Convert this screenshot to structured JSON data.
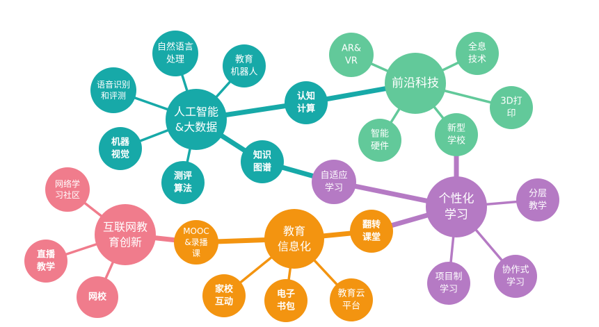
{
  "colors": {
    "teal": "#17A9A8",
    "green": "#62C99A",
    "purple": "#B57AC4",
    "orange": "#F39410",
    "pink": "#F07C8C"
  },
  "nodes": {
    "ai_bigdata": {
      "lines": [
        "人工智能",
        "&大数据"
      ],
      "color": "#17A9A8"
    },
    "nlp": {
      "lines": [
        "自然语言",
        "处理"
      ],
      "color": "#17A9A8"
    },
    "edu_robot": {
      "lines": [
        "教育",
        "机器人"
      ],
      "color": "#17A9A8"
    },
    "speech": {
      "lines": [
        "语音识别",
        "和评测"
      ],
      "color": "#17A9A8"
    },
    "vision": {
      "lines": [
        "机器",
        "视觉"
      ],
      "color": "#17A9A8"
    },
    "assess": {
      "lines": [
        "测评",
        "算法"
      ],
      "color": "#17A9A8"
    },
    "cognitive": {
      "lines": [
        "认知",
        "计算"
      ],
      "color": "#17A9A8"
    },
    "knowledge": {
      "lines": [
        "知识",
        "图谱"
      ],
      "color": "#17A9A8"
    },
    "frontier": {
      "lines": [
        "前沿科技"
      ],
      "color": "#62C99A"
    },
    "arvr": {
      "lines": [
        "AR&",
        "VR"
      ],
      "color": "#62C99A"
    },
    "holo": {
      "lines": [
        "全息",
        "技术"
      ],
      "color": "#62C99A"
    },
    "print3d": {
      "lines": [
        "3D打",
        "印"
      ],
      "color": "#62C99A"
    },
    "smart_hw": {
      "lines": [
        "智能",
        "硬件"
      ],
      "color": "#62C99A"
    },
    "new_school": {
      "lines": [
        "新型",
        "学校"
      ],
      "color": "#62C99A"
    },
    "personal": {
      "lines": [
        "个性化",
        "学习"
      ],
      "color": "#B57AC4"
    },
    "adaptive": {
      "lines": [
        "自适应",
        "学习"
      ],
      "color": "#B57AC4"
    },
    "layered": {
      "lines": [
        "分层",
        "教学"
      ],
      "color": "#B57AC4"
    },
    "collab": {
      "lines": [
        "协作式",
        "学习"
      ],
      "color": "#B57AC4"
    },
    "project": {
      "lines": [
        "项目制",
        "学习"
      ],
      "color": "#B57AC4"
    },
    "infotech": {
      "lines": [
        "教育",
        "信息化"
      ],
      "color": "#F39410"
    },
    "flipped": {
      "lines": [
        "翻转",
        "课堂"
      ],
      "color": "#F39410"
    },
    "mooc": {
      "lines": [
        "MOOC",
        "&录播",
        "课"
      ],
      "color": "#F39410"
    },
    "home_school": {
      "lines": [
        "家校",
        "互动"
      ],
      "color": "#F39410"
    },
    "ebag": {
      "lines": [
        "电子",
        "书包"
      ],
      "color": "#F39410"
    },
    "cloud": {
      "lines": [
        "教育云",
        "平台"
      ],
      "color": "#F39410"
    },
    "internet_edu": {
      "lines": [
        "互联网教",
        "育创新"
      ],
      "color": "#F07C8C"
    },
    "community": {
      "lines": [
        "网络学",
        "习社区"
      ],
      "color": "#F07C8C"
    },
    "live": {
      "lines": [
        "直播",
        "教学"
      ],
      "color": "#F07C8C"
    },
    "online_school": {
      "lines": [
        "网校"
      ],
      "color": "#F07C8C"
    }
  },
  "edges": [
    {
      "from": "ai_bigdata",
      "to": "nlp",
      "color": "#17A9A8"
    },
    {
      "from": "ai_bigdata",
      "to": "edu_robot",
      "color": "#17A9A8"
    },
    {
      "from": "ai_bigdata",
      "to": "speech",
      "color": "#17A9A8"
    },
    {
      "from": "ai_bigdata",
      "to": "vision",
      "color": "#17A9A8"
    },
    {
      "from": "ai_bigdata",
      "to": "assess",
      "color": "#17A9A8"
    },
    {
      "from": "ai_bigdata",
      "to": "cognitive",
      "color": "#17A9A8"
    },
    {
      "from": "cognitive",
      "to": "frontier",
      "color": "#17A9A8"
    },
    {
      "from": "ai_bigdata",
      "to": "knowledge",
      "color": "#17A9A8"
    },
    {
      "from": "knowledge",
      "to": "adaptive",
      "color": "#17A9A8"
    },
    {
      "from": "frontier",
      "to": "arvr",
      "color": "#62C99A"
    },
    {
      "from": "frontier",
      "to": "holo",
      "color": "#62C99A"
    },
    {
      "from": "frontier",
      "to": "print3d",
      "color": "#62C99A"
    },
    {
      "from": "frontier",
      "to": "smart_hw",
      "color": "#62C99A"
    },
    {
      "from": "frontier",
      "to": "new_school",
      "color": "#62C99A"
    },
    {
      "from": "new_school",
      "to": "personal",
      "color": "#B57AC4"
    },
    {
      "from": "personal",
      "to": "adaptive",
      "color": "#B57AC4"
    },
    {
      "from": "personal",
      "to": "layered",
      "color": "#B57AC4"
    },
    {
      "from": "personal",
      "to": "collab",
      "color": "#B57AC4"
    },
    {
      "from": "personal",
      "to": "project",
      "color": "#B57AC4"
    },
    {
      "from": "personal",
      "to": "flipped",
      "color": "#B57AC4"
    },
    {
      "from": "flipped",
      "to": "infotech",
      "color": "#F39410"
    },
    {
      "from": "infotech",
      "to": "mooc",
      "color": "#F39410"
    },
    {
      "from": "infotech",
      "to": "home_school",
      "color": "#F39410"
    },
    {
      "from": "infotech",
      "to": "ebag",
      "color": "#F39410"
    },
    {
      "from": "infotech",
      "to": "cloud",
      "color": "#F39410"
    },
    {
      "from": "mooc",
      "to": "internet_edu",
      "color": "#F07C8C"
    },
    {
      "from": "internet_edu",
      "to": "community",
      "color": "#F07C8C"
    },
    {
      "from": "internet_edu",
      "to": "live",
      "color": "#F07C8C"
    },
    {
      "from": "internet_edu",
      "to": "online_school",
      "color": "#F07C8C"
    }
  ]
}
